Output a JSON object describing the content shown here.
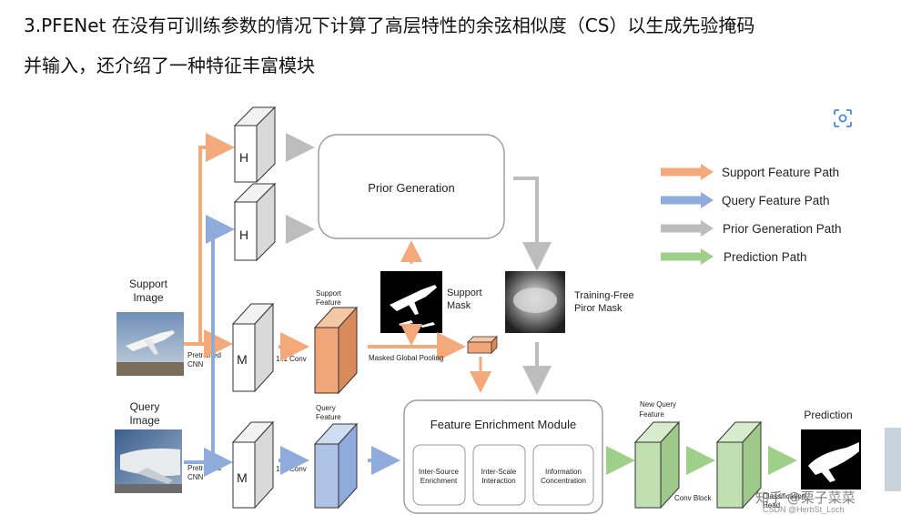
{
  "heading": {
    "line1": "3.PFENet 在没有可训练参数的情况下计算了高层特性的余弦相似度（CS）以生成先验掩码",
    "line2": "并输入，还介绍了一种特征丰富模块"
  },
  "diagram": {
    "support_image_label": [
      "Support",
      "Image"
    ],
    "query_image_label": [
      "Query",
      "Image"
    ],
    "pretrained_cnn": [
      "Pretrained",
      "CNN"
    ],
    "block_h": "H",
    "block_m": "M",
    "conv1x1": "1x1 Conv",
    "support_feature": [
      "Support",
      "Feature"
    ],
    "query_feature": [
      "Query",
      "Feature"
    ],
    "prior_generation": "Prior Generation",
    "support_mask": [
      "Support",
      "Mask"
    ],
    "training_free_prior_mask": [
      "Training-Free",
      "Piror Mask"
    ],
    "masked_global_pooling": "Masked Global Pooling",
    "fem_title": "Feature Enrichment Module",
    "fem_sub": [
      [
        "Inter-Source",
        "Enrichment"
      ],
      [
        "Inter-Scale",
        "Interaction"
      ],
      [
        "Information",
        "Concentration"
      ]
    ],
    "new_query_feature": [
      "New Query",
      "Feature"
    ],
    "conv_block": "Conv Block",
    "classification_head": [
      "Classification",
      "Head"
    ],
    "prediction": "Prediction",
    "legend": [
      {
        "label": "Support Feature Path",
        "color": "#f4a97a"
      },
      {
        "label": "Query Feature Path",
        "color": "#8fabdc"
      },
      {
        "label": "Prior Generation Path",
        "color": "#bdbdbd"
      },
      {
        "label": "Prediction Path",
        "color": "#9fd08a"
      }
    ]
  },
  "watermark": "知乎 @栗子菜菜",
  "watermark_small": "CSDN @HerbSt_Loch"
}
